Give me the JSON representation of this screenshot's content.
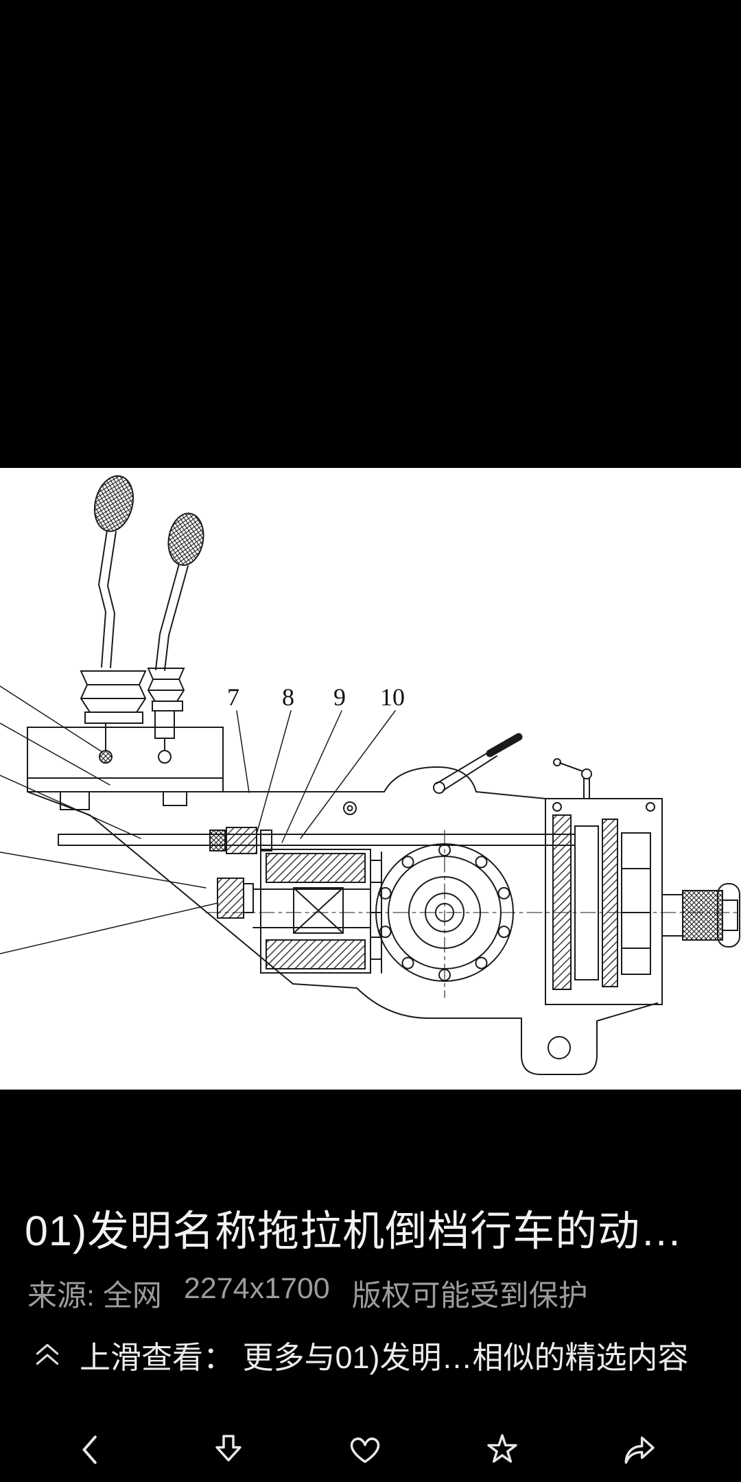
{
  "figure": {
    "labels": [
      "7",
      "8",
      "9",
      "10"
    ]
  },
  "info": {
    "title": "01)发明名称拖拉机倒档行车的动…",
    "source": "来源: 全网",
    "resolution": "2274x1700",
    "copyright": "版权可能受到保护",
    "swipe_hint": "上滑查看： 更多与01)发明…相似的精选内容"
  },
  "toolbar": {
    "icons": [
      "back-icon",
      "download-icon",
      "heart-icon",
      "star-icon",
      "share-icon"
    ]
  },
  "colors": {
    "background": "#000000",
    "image_background": "#ffffff",
    "title_text": "#f2f2f2",
    "meta_text": "#9c9c9c",
    "icon": "#e8e8e8",
    "drawing_line": "#1a1a1a"
  }
}
